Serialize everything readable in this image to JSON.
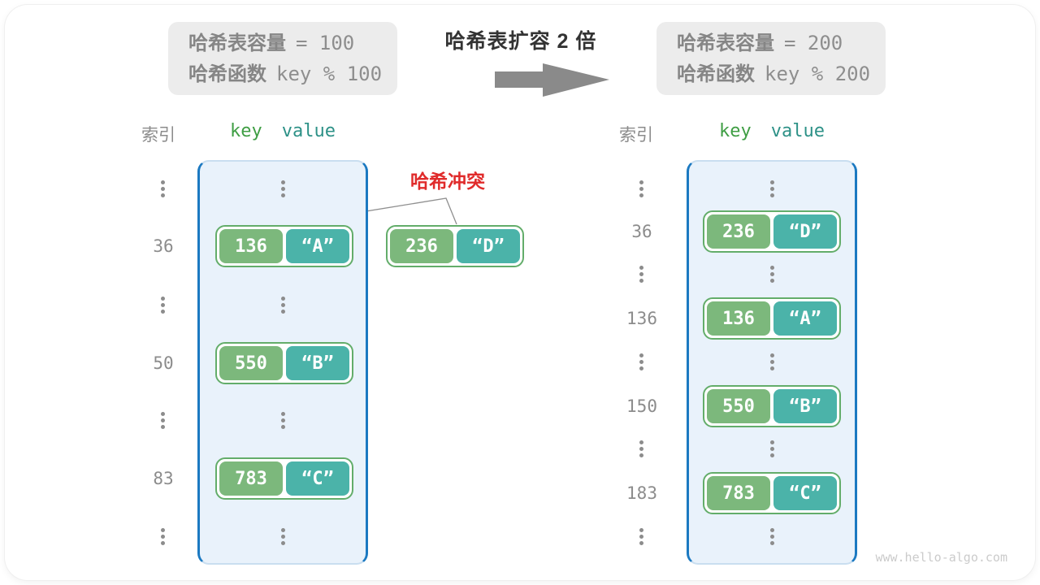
{
  "title": "哈希表扩容 2 倍",
  "before_box": {
    "capacity_label": "哈希表容量",
    "capacity_value": "= 100",
    "function_label": "哈希函数",
    "function_value": "key % 100"
  },
  "after_box": {
    "capacity_label": "哈希表容量",
    "capacity_value": "= 200",
    "function_label": "哈希函数",
    "function_value": "key % 200"
  },
  "collision": {
    "label": "哈希冲突",
    "pair": {
      "key": "236",
      "value": "“D”"
    }
  },
  "left_table": {
    "index_header": "索引",
    "key_header": "key",
    "value_header": "value",
    "entries": [
      {
        "index": "36",
        "key": "136",
        "value": "“A”"
      },
      {
        "index": "50",
        "key": "550",
        "value": "“B”"
      },
      {
        "index": "83",
        "key": "783",
        "value": "“C”"
      }
    ]
  },
  "right_table": {
    "index_header": "索引",
    "key_header": "key",
    "value_header": "value",
    "entries": [
      {
        "index": "36",
        "key": "236",
        "value": "“D”"
      },
      {
        "index": "136",
        "key": "136",
        "value": "“A”"
      },
      {
        "index": "150",
        "key": "550",
        "value": "“B”"
      },
      {
        "index": "183",
        "key": "783",
        "value": "“C”"
      }
    ]
  },
  "watermark": "www.hello-algo.com",
  "colors": {
    "key_green": "#7cb87c",
    "value_teal": "#4bb3a9",
    "pair_border_green": "#63ad6a",
    "bucket_fill": "#e9f2fb",
    "bucket_border_blue": "#1b79c1",
    "bucket_edge_light": "#c9def0",
    "collision_red": "#e02b2b",
    "gray_text": "#8c8c8c",
    "key_header_green": "#3f9e44",
    "value_header_teal": "#2d9187",
    "arrow_gray": "#8a8a8a",
    "box_fill": "#ececec",
    "title_color": "#333333",
    "watermark_gray": "#cbcbcb",
    "line_gray": "#8f8f8f"
  }
}
